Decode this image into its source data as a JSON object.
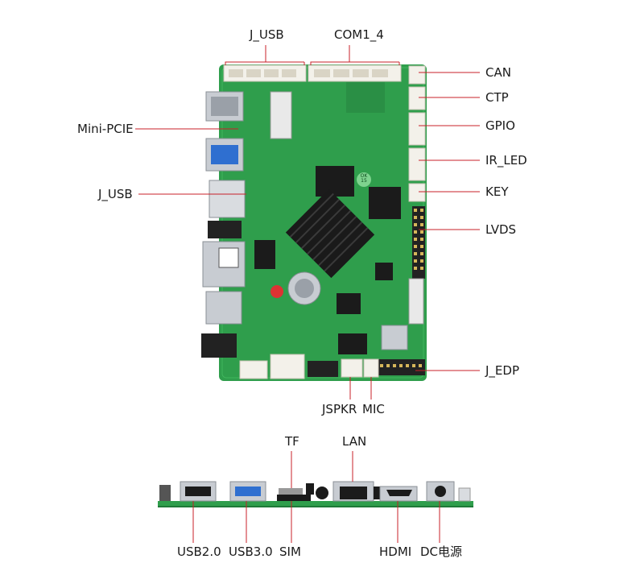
{
  "top_labels": {
    "j_usb_top": "J_USB",
    "com1_4": "COM1_4",
    "can": "CAN",
    "ctp": "CTP",
    "gpio": "GPIO",
    "ir_led": "IR_LED",
    "key": "KEY",
    "lvds": "LVDS",
    "j_edp": "J_EDP",
    "mini_pcie": "Mini-PCIE",
    "j_usb_left": "J_USB",
    "jspkr": "JSPKR",
    "mic": "MIC"
  },
  "bottom_labels": {
    "tf": "TF",
    "lan": "LAN",
    "usb2": "USB2.0",
    "usb3": "USB3.0",
    "sim": "SIM",
    "hdmi": "HDMI",
    "dc": "DC电源"
  },
  "board_text": {
    "ok_badge": "OK\n15"
  },
  "colors": {
    "pcb": "#2f9e4c",
    "pcb_dark": "#1f7a38",
    "leader": "#c8202a",
    "heatsink": "#1a1a1a",
    "metal": "#c8ccd2",
    "usb3_blue": "#2f6fd0"
  }
}
